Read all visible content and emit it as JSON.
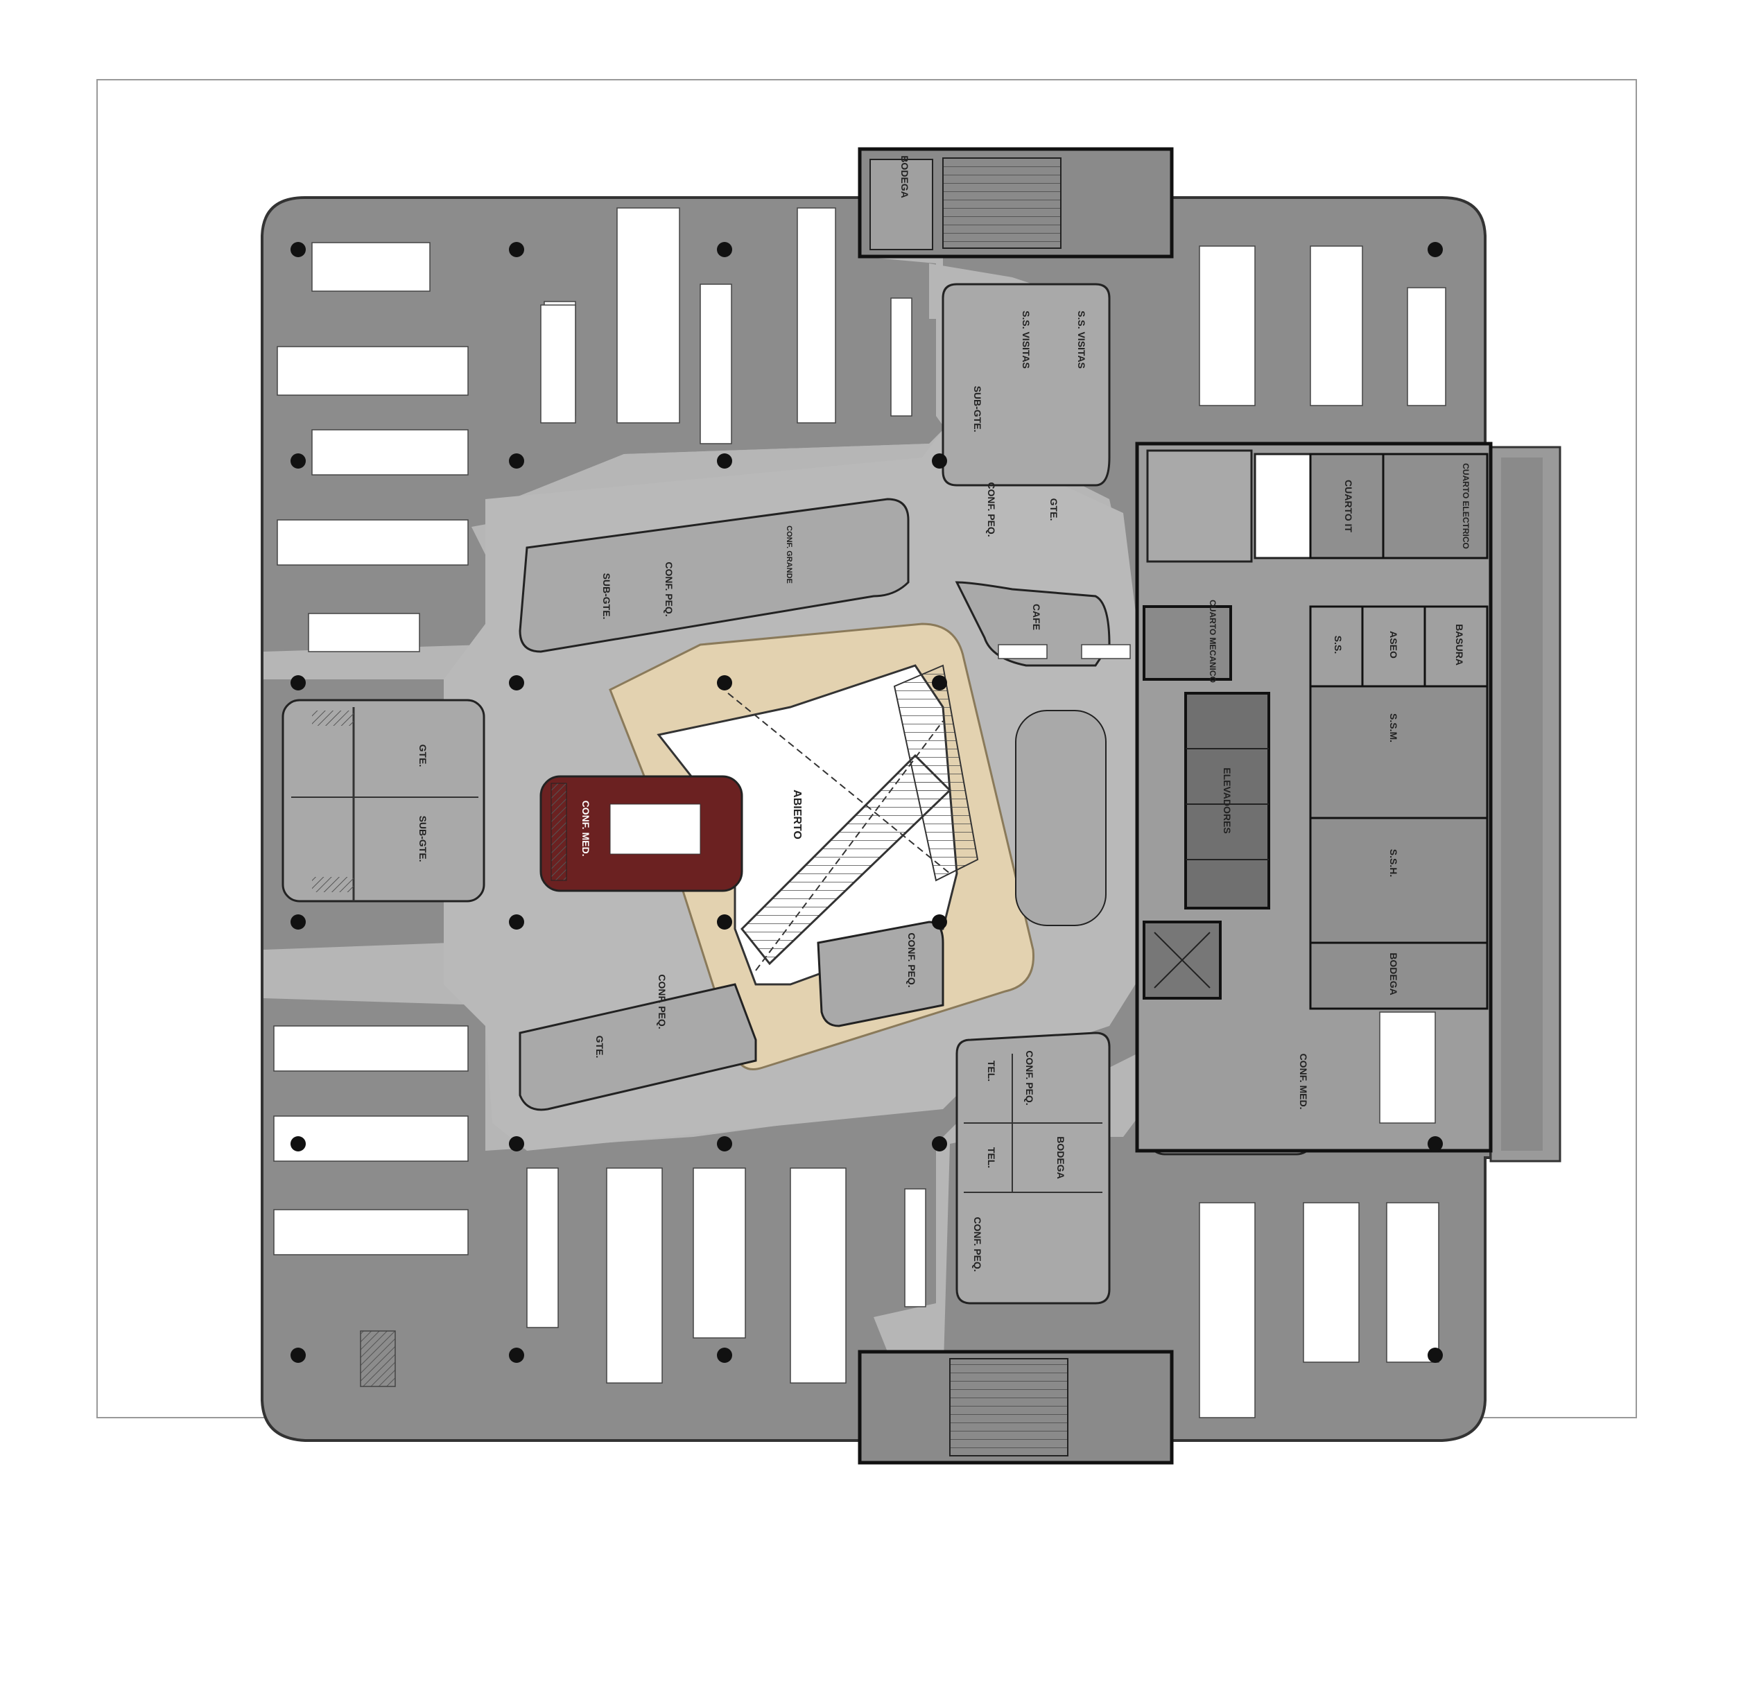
{
  "plan": {
    "rooms": {
      "bodega_top": "BODEGA",
      "ss_visitas_1": "S.S. VISITAS",
      "ss_visitas_2": "S.S. VISITAS",
      "sub_gte_ne": "SUB-GTE.",
      "conf_peq_ne": "CONF. PEQ.",
      "gte_ne": "GTE.",
      "cafe": "CAFE",
      "sub_gte_nw": "SUB-GTE.",
      "conf_peq_nw": "CONF. PEQ.",
      "conf_grande": "CONF. GRANDE",
      "gte_w": "GTE.",
      "sub_gte_w": "SUB-GTE.",
      "conf_med_center": "CONF. MED.",
      "abierto": "ABIERTO",
      "conf_peq_center": "CONF. PEQ.",
      "conf_peq_sw": "CONF. PEQ.",
      "gte_sw": "GTE.",
      "tel_1": "TEL.",
      "conf_peq_se": "CONF. PEQ.",
      "tel_2": "TEL.",
      "bodega_se": "BODEGA",
      "conf_peq_se2": "CONF. PEQ.",
      "conf_med_e": "CONF. MED.",
      "cuarto_it": "CUARTO IT",
      "cuarto_electrico": "CUARTO ELECTRICO",
      "cuarto_mecanico": "CUARTO MECANICO",
      "ss": "S.S.",
      "aseo": "ASEO",
      "basura": "BASURA",
      "ssm": "S.S.M.",
      "ssh": "S.S.H.",
      "elevadores": "ELEVADORES",
      "bodega_core": "BODEGA"
    }
  },
  "colors": {
    "floor": "#8c8c8c",
    "corridor": "#b6b6b6",
    "room": "#a9a9a9",
    "wood": "#e3d2b0",
    "open": "#ffffff",
    "conference_dark": "#6b2121",
    "wall": "#1a1a1a",
    "desk": "#ffffff"
  }
}
